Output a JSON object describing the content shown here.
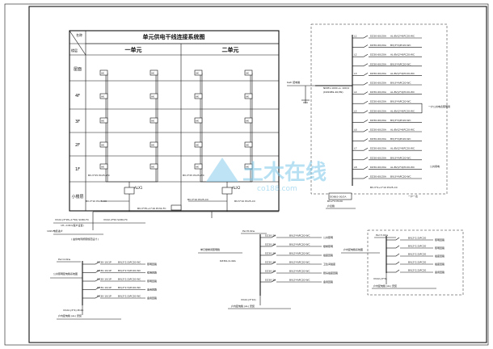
{
  "riser": {
    "title": "单元供电干线连接系统图",
    "corner_top": "名称",
    "corner_bottom": "楼层",
    "unit1": "一单元",
    "unit2": "二单元",
    "floors": [
      "屋面",
      "4F",
      "3F",
      "2F",
      "1F",
      "小楼层"
    ],
    "meter_label": "AK",
    "cable_1f": "BV-3*25 PC25-WC",
    "box_u1": "ALX1",
    "box_u2": "ALX2",
    "feeder_mid": "BV-3*10 PC25-CC",
    "feeder_u2": "BV-5*10 PC25-CC",
    "main_cable": "BV-3*35+1*16 PC32-FC",
    "incoming_1": "VV22-(3*95+1*50) SC80-FC",
    "incoming_2": "VV22-4*50 SC80-FC",
    "incoming_3": "1H~0.8m(客户设置)",
    "incoming_4": "10kV电缆进户",
    "incoming_5": "( 由供电局按照规范设计 )"
  },
  "panel_right": {
    "meter_tag": "Kwh 配电箱",
    "main_breaker": "NDM1-100C+L 100/4",
    "main_rating": "(DZ20B9-40/3N)",
    "circuits": [
      "AL-BV(2*4)PC20-WC",
      "BV(3*4)PC20-WC",
      "AL-BV(2*4)PC20-WC",
      "BV(3*4)PC20-WC",
      "AL-BV(2*4)PC20-WC",
      "BV(3*4)PC20-WC",
      "AL-BV(2*4)PC20-WC",
      "BV(3*4)PC20-WC",
      "AL-BV(2*4)PC20-WC",
      "BV(3*4)PC20-WC",
      "AL-BV(2*4)PC20-WC",
      "BV(3*4)PC20-WC",
      "AL-BV(2*4)PC20-WC",
      "BV(3*4)PC20-WC",
      "AL-BV(2*4)PC20-WC",
      "BV(3*4)PC20-WC"
    ],
    "breaker_tag": "DZ30-60/20A",
    "spare_line": "BV-3*4+1*10 PC25-CC",
    "note_side": "一户公共电表照明用",
    "note_spare": "公共用电",
    "bottom_box": "DDB63-30/2A",
    "bottom_note": "户表箱",
    "bottom_note2": "一户一表",
    "bottom_code": "BV-2*4 PC20"
  },
  "stair_panel": {
    "pe": "Pe=4.0kw",
    "title": "公共照明配电箱系统图",
    "circuits": [
      "BV(2*2.5)PC20-WC",
      "BV(2*2.5)PC20-WC",
      "BV(2*2.5)PC20-WC",
      "BV(2*2.5)PC20-WC",
      "BV(2*2.5)PC20-WC"
    ],
    "breaker": "DZ30-10/1P",
    "loads": [
      "照明回路",
      "照明回路",
      "照明回路",
      "备用回路",
      "备用回路"
    ],
    "feeder": "VV22-(3*4) PC25",
    "feeder2": "户内配电箱 (AL) 安装"
  },
  "mid_panel": {
    "pe": "Pe=8.0kw",
    "title": "单元楼梯间照明箱",
    "main": "DZ30L/4-40A",
    "circuits": [
      "BV(2*4)PC20-WC",
      "BV(2*4)PC20-WC",
      "BV(2*4)PC20-WC",
      "BV(2*4)PC20-WC",
      "BV(2*4)PC20-WC",
      "BV(2*4)PC20-WC"
    ],
    "loads": [
      "公共照明",
      "楼梯照明",
      "插座回路",
      "卫生间插座",
      "厨房插座回路",
      "备用回路"
    ],
    "feeder": "VV22-(3*10)",
    "feeder2": "户内配电箱 (AL) 安装"
  },
  "right_small": {
    "pe": "Pe=3.0kw",
    "title": "户内配电箱系统图",
    "circuits": [
      "BV(2*2.5)PC20",
      "BV(2*2.5)PC20",
      "BV(2*2.5)PC20",
      "BV(2*2.5)PC20",
      "BV(2*2.5)PC20"
    ],
    "loads": [
      "照明回路",
      "照明回路",
      "插座回路",
      "插座回路",
      "备用回路"
    ],
    "feeder": "VV22-(3*6)",
    "feeder2": "户内配电箱 (AL) 安装"
  },
  "watermark": {
    "brand": "土木在线",
    "url": "co188.com"
  }
}
